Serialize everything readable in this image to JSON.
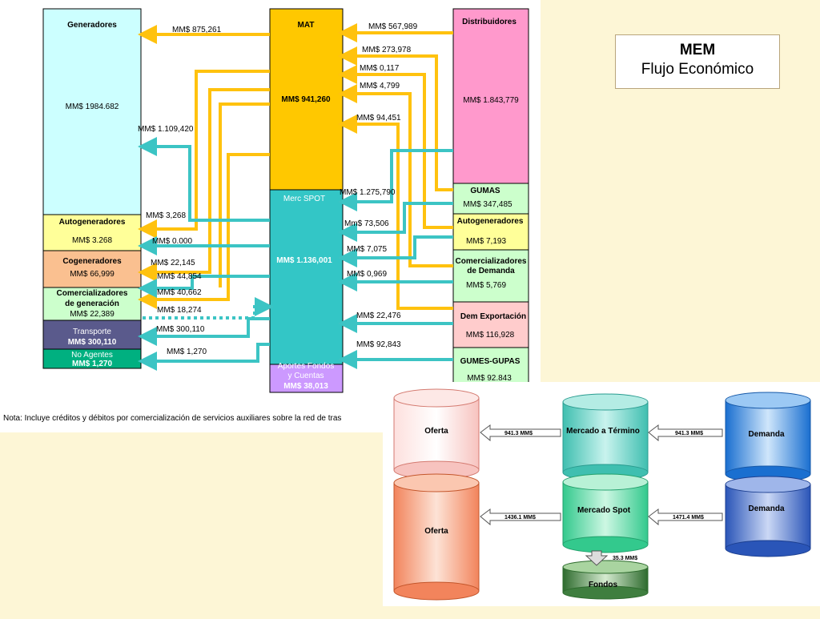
{
  "title": {
    "line1": "MEM",
    "line2": "Flujo Económico"
  },
  "note": "Nota: Incluye créditos y débitos por comercialización de servicios auxiliares sobre la red de tras",
  "left_boxes": {
    "generadores": {
      "label": "Generadores",
      "value": "MM$ 1984.682"
    },
    "autogeneradores": {
      "label": "Autogeneradores",
      "value": "MM$ 3.268"
    },
    "cogeneradores": {
      "label": "Cogeneradores",
      "value": "MM$ 66,999"
    },
    "comercializadores_gen": {
      "label1": "Comercializadores",
      "label2": "de generación",
      "value": "MM$ 22,389"
    },
    "transporte": {
      "label": "Transporte",
      "value": "MM$ 300,110"
    },
    "no_agentes": {
      "label": "No Agentes",
      "value": "MM$ 1,270"
    }
  },
  "center_boxes": {
    "mat": {
      "label": "MAT",
      "value": "MM$ 941,260"
    },
    "spot": {
      "label": "Merc SPOT",
      "value": "MM$ 1.136,001"
    },
    "aportes": {
      "label1": "Aportes Fondos",
      "label2": "y Cuentas",
      "value": "MM$ 38,013"
    }
  },
  "right_boxes": {
    "distribuidores": {
      "label": "Distribuidores",
      "value": "MM$ 1.843,779"
    },
    "gumas": {
      "label": "GUMAS",
      "value": "MM$ 347,485"
    },
    "autogeneradores": {
      "label": "Autogeneradores",
      "value": "MM$ 7,193"
    },
    "comercializadores_dem": {
      "label1": "Comercializadores",
      "label2": "de Demanda",
      "value": "MM$ 5,769"
    },
    "dem_exportacion": {
      "label": "Dem Exportación",
      "value": "MM$ 116,928"
    },
    "gumes_gupas": {
      "label": "GUMES-GUPAS",
      "value": "MM$ 92.843"
    }
  },
  "flow_labels": {
    "mat_to_generadores": "MM$ 875,261",
    "distrib_to_mat": "MM$ 567,989",
    "gumas_to_mat": "MM$ 273,978",
    "auto_to_mat": "MM$ 0,117",
    "comer_to_mat": "MM$ 4,799",
    "export_to_mat": "MM$ 94,451",
    "spot_to_generadores": "MM$ 1.109,420",
    "distrib_to_spot": "MM$ 1.275,790",
    "spot_to_autogen": "MM$ 3,268",
    "gumas_to_spot": "Mm$ 73,506",
    "spot_to_autogen2": "MM$ 0.000",
    "auto_to_spot": "MM$ 7,075",
    "mat_to_cogen": "MM$ 22,145",
    "spot_to_cogen": "MM$ 44,854",
    "comer_to_spot": "MM$ 0,969",
    "mat_to_comer_gen": "MM$ 40,662",
    "comer_gen_to_spot": "MM$ 18,274",
    "export_to_spot": "MM$ 22,476",
    "spot_to_transporte": "MM$ 300,110",
    "gumes_to_spot": "MM$ 92,843",
    "spot_to_no_agentes": "MM$ 1,270"
  },
  "cylinders": {
    "oferta_top": "Oferta",
    "oferta_bottom": "Oferta",
    "mercado_termino": "Mercado a Término",
    "mercado_spot": "Mercado Spot",
    "demanda_top": "Demanda",
    "demanda_bottom": "Demanda",
    "fondos": "Fondos"
  },
  "cylinder_flows": {
    "termino_to_oferta": "941.3 MM$",
    "demanda_to_termino": "941.3 MM$",
    "spot_to_oferta": "1436.1 MM$",
    "demanda_to_spot": "1471.4 MM$",
    "spot_to_fondos": "35.3 MM$"
  },
  "colors": {
    "background": "#fdf6d6",
    "yellow_flow": "#ffc20e",
    "teal_flow": "#3cc4c4",
    "mat": "#ffc800",
    "spot": "#33c6c6"
  }
}
